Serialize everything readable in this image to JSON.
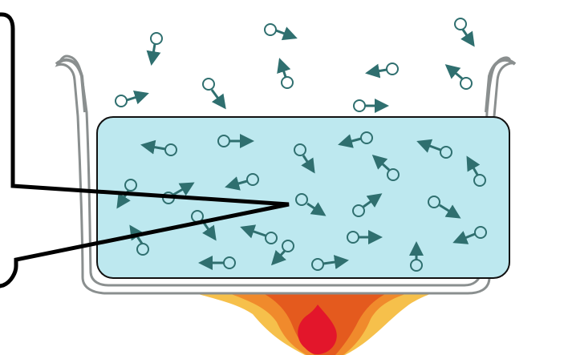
{
  "diagram": {
    "subject": "heated-pot-molecules",
    "colors": {
      "water": "#bde8ef",
      "water_edge": "#111111",
      "pot_stroke": "#8a8f8f",
      "pot_fill": "#ffffff",
      "molecule": "#2f6f6f",
      "arrow": "#2f6f6f",
      "callout": "#000000",
      "flame_outer": "#f6c04b",
      "flame_mid": "#f08a2c",
      "flame_inner": "#e45a1e",
      "flame_core": "#e3162b"
    },
    "molecule_icon": "circle-with-tail-arrow",
    "callout_icon": "speech-bubble-pointer",
    "heat_source_icon": "flame-icon"
  }
}
